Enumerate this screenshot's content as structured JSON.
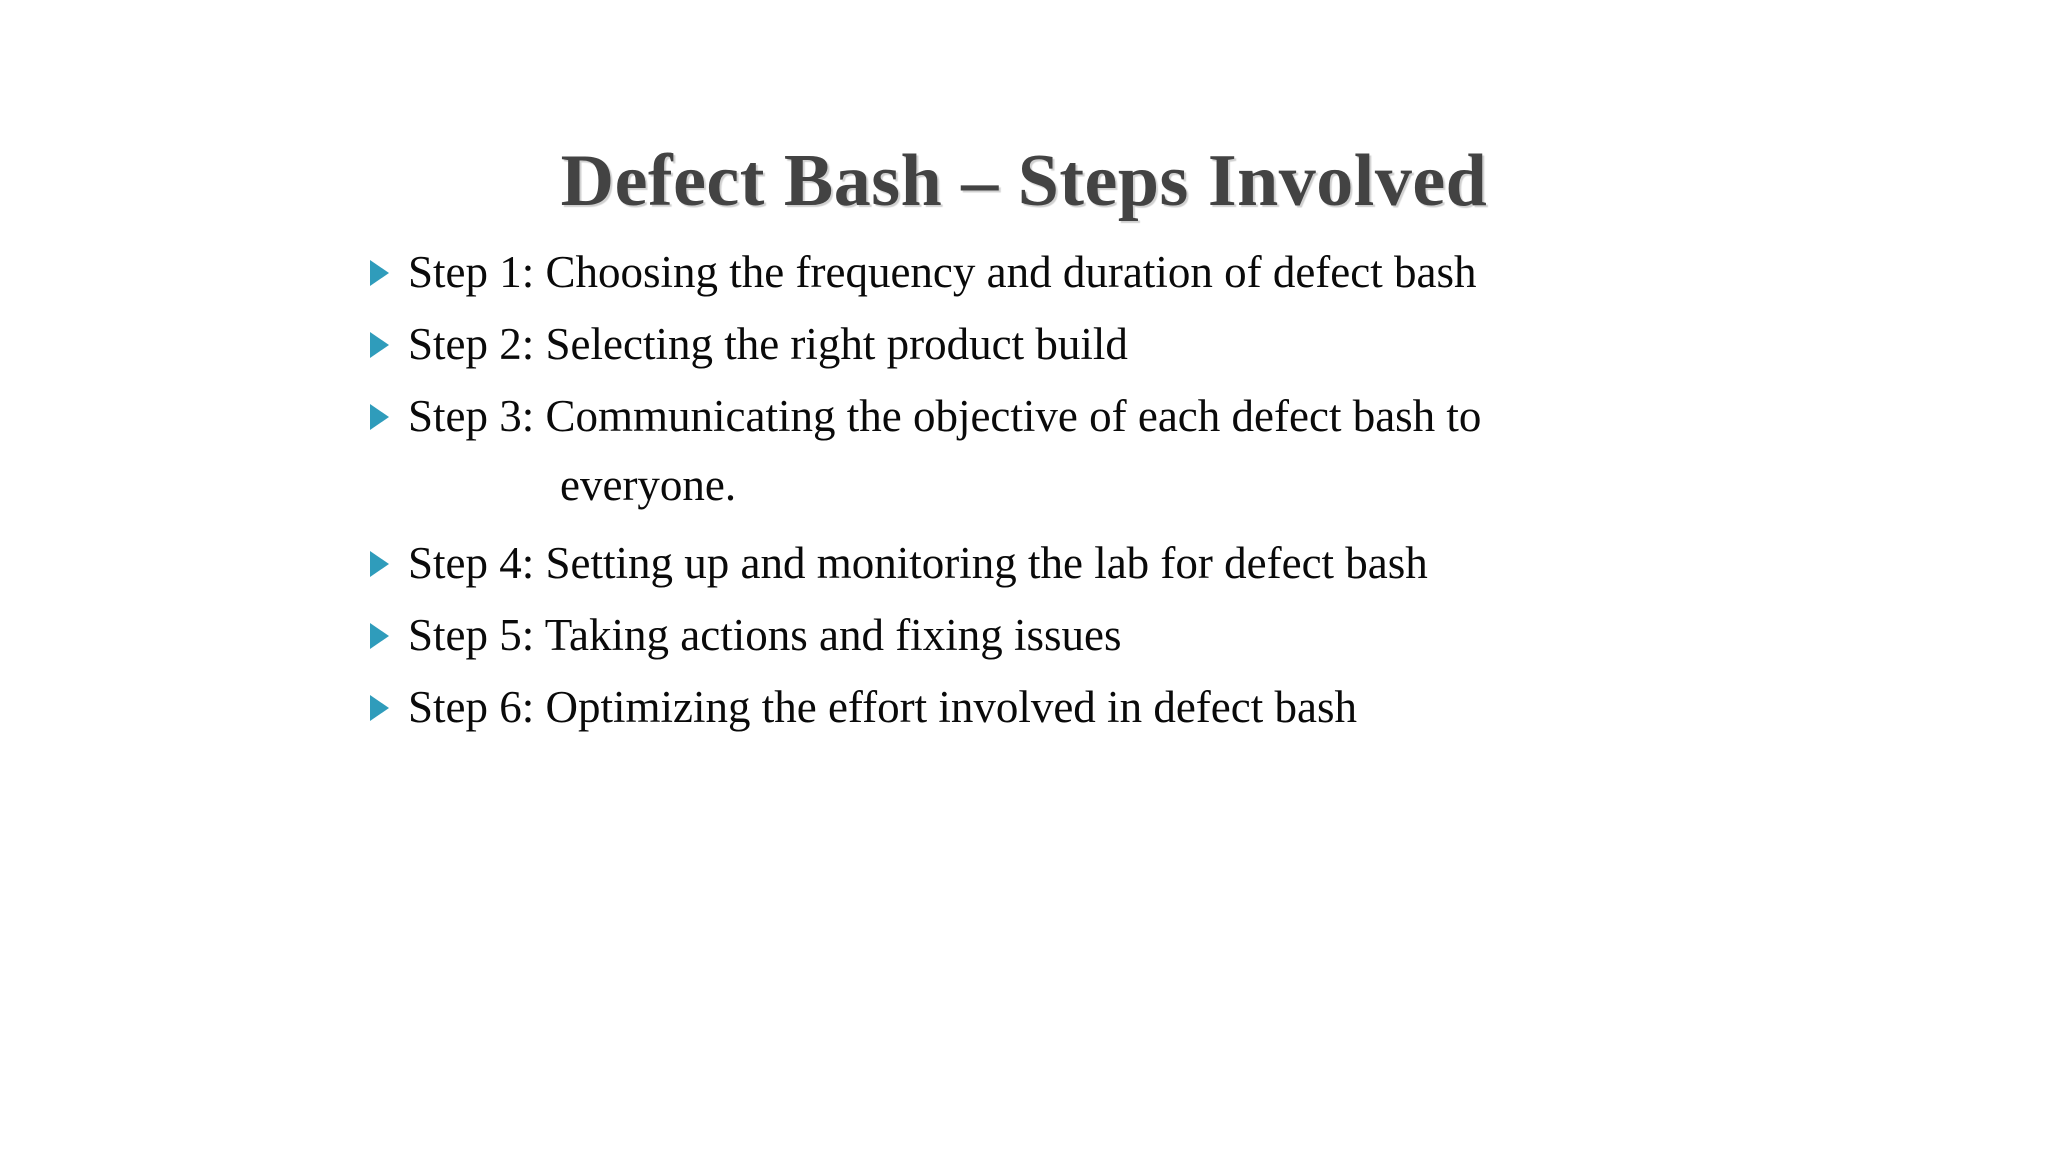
{
  "slide": {
    "title": "Defect Bash – Steps Involved",
    "background_color": "#ffffff",
    "title_color": "#434343",
    "bullet_color": "#2f9cbb",
    "body_text_color": "#0a0a0a",
    "bullet_icon": "triangle-right-icon",
    "bullets": [
      {
        "id": "step-1",
        "text": "Step 1: Choosing the frequency and duration of defect bash",
        "continuation": "",
        "wraps": true
      },
      {
        "id": "step-2",
        "text": "Step 2: Selecting the right product build",
        "continuation": "",
        "wraps": false
      },
      {
        "id": "step-3",
        "text": "Step 3: Communicating the objective of each defect bash to",
        "continuation": "everyone.",
        "wraps": true
      },
      {
        "id": "step-4",
        "text": "Step 4: Setting up and monitoring the lab for defect bash",
        "continuation": "",
        "wraps": false
      },
      {
        "id": "step-5",
        "text": "Step 5: Taking actions and fixing issues",
        "continuation": "",
        "wraps": false
      },
      {
        "id": "step-6",
        "text": "Step 6: Optimizing the effort involved in defect bash",
        "continuation": "",
        "wraps": false
      }
    ]
  }
}
